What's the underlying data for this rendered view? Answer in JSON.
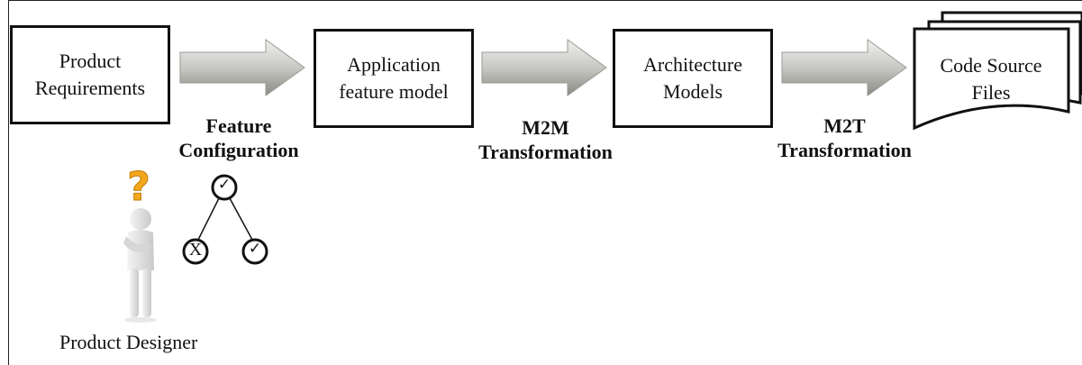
{
  "boxes": {
    "product_requirements": "Product\nRequirements",
    "application_feature_model": "Application\nfeature model",
    "architecture_models": "Architecture\nModels",
    "code_source_files": "Code Source\nFiles"
  },
  "transformations": {
    "feature_configuration": "Feature\nConfiguration",
    "m2m": "M2M\nTransformation",
    "m2t": "M2T\nTransformation"
  },
  "feature_tree": {
    "root": "✓",
    "left_leaf": "X",
    "right_leaf": "✓"
  },
  "actor": {
    "label": "Product Designer",
    "icon": "person-question-icon"
  },
  "colors": {
    "arrow_light": "#e6e6e6",
    "arrow_dark": "#9a9a92",
    "question_mark": "#f2a81d"
  }
}
